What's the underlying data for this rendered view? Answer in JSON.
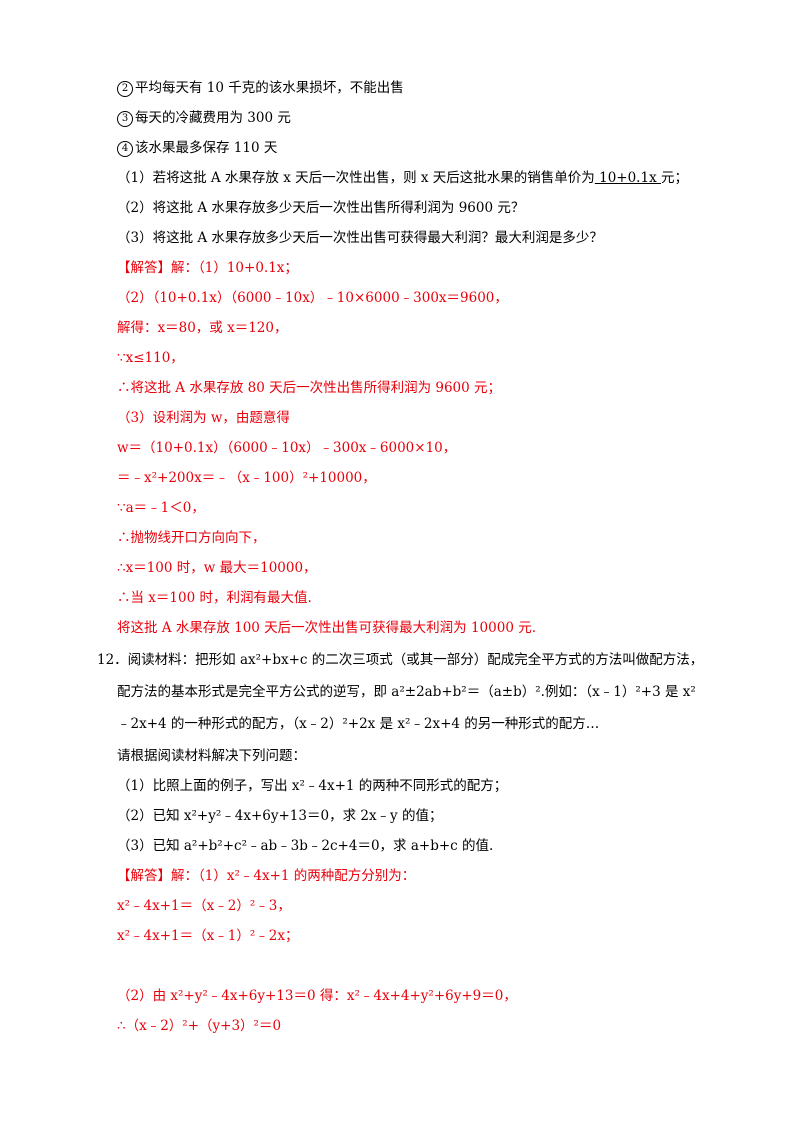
{
  "lines": [
    {
      "id": "c2",
      "text": "平均每天有 10 千克的该水果损坏，不能出售",
      "circle": "2"
    },
    {
      "id": "c3",
      "text": "每天的冷藏费用为 300 元",
      "circle": "3"
    },
    {
      "id": "c4",
      "text": "该水果最多保存 110 天",
      "circle": "4"
    },
    {
      "id": "q1",
      "text": "（1）若将这批 A 水果存放 x 天后一次性出售，则 x 天后这批水果的销售单价为",
      "blank": " 10+0.1x ",
      "after": " 元；"
    },
    {
      "id": "q2",
      "text": "（2）将这批 A 水果存放多少天后一次性出售所得利润为 9600 元？"
    },
    {
      "id": "q3",
      "text": "（3）将这批 A 水果存放多少天后一次性出售可获得最大利润？最大利润是多少？"
    },
    {
      "id": "a1",
      "text": "【解答】解：（1）10+0.1x；"
    },
    {
      "id": "a2",
      "text": "（2）（10+0.1x）（6000﹣10x）﹣10×6000﹣300x＝9600，"
    },
    {
      "id": "a3",
      "text": "解得：x＝80，或 x＝120，"
    },
    {
      "id": "a4",
      "text": "∵x≤110，"
    },
    {
      "id": "a5",
      "text": "∴将这批 A 水果存放 80 天后一次性出售所得利润为 9600 元；"
    },
    {
      "id": "a6",
      "text": "（3）设利润为 w，由题意得"
    },
    {
      "id": "a7",
      "text": "w＝（10+0.1x）（6000﹣10x）﹣300x﹣6000×10，"
    },
    {
      "id": "a8",
      "text": "＝﹣x²+200x＝﹣（x﹣100）²+10000，"
    },
    {
      "id": "a9",
      "text": "∵a＝﹣1＜0，"
    },
    {
      "id": "a10",
      "text": "∴抛物线开口方向向下，"
    },
    {
      "id": "a11",
      "text": "∴x＝100 时，w 最大＝10000，"
    },
    {
      "id": "a12",
      "text": "∴当 x＝100 时，利润有最大值."
    },
    {
      "id": "a13",
      "text": "将这批 A 水果存放 100 天后一次性出售可获得最大利润为 10000 元."
    },
    {
      "id": "p12a",
      "text": "12．阅读材料：把形如 ax²+bx+c 的二次三项式（或其一部分）配成完全平方式的方法叫做配方法，"
    },
    {
      "id": "p12b",
      "text": "配方法的基本形式是完全平方公式的逆写，即 a²±2ab+b²＝（a±b）².例如：（x﹣1）²+3 是 x²"
    },
    {
      "id": "p12c",
      "text": "﹣2x+4 的一种形式的配方，（x﹣2）²+2x 是 x²﹣2x+4 的另一种形式的配方…"
    },
    {
      "id": "p12d",
      "text": "请根据阅读材料解决下列问题："
    },
    {
      "id": "p12e",
      "text": "（1）比照上面的例子，写出 x²﹣4x+1 的两种不同形式的配方；"
    },
    {
      "id": "p12f",
      "text": "（2）已知 x²+y²﹣4x+6y+13＝0，求 2x﹣y 的值；"
    },
    {
      "id": "p12g",
      "text": "（3）已知 a²+b²+c²﹣ab﹣3b﹣2c+4＝0，求 a+b+c 的值."
    },
    {
      "id": "b1",
      "text": "【解答】解：（1）x²﹣4x+1 的两种配方分别为："
    },
    {
      "id": "b2",
      "text": "x²﹣4x+1＝（x﹣2）²﹣3，"
    },
    {
      "id": "b3",
      "text": "x²﹣4x+1＝（x﹣1）²﹣2x；"
    },
    {
      "id": "b4",
      "text": "（2）由 x²+y²﹣4x+6y+13＝0 得：x²﹣4x+4+y²+6y+9＝0，"
    },
    {
      "id": "b5",
      "text": "∴（x﹣2）²+（y+3）²＝0"
    }
  ]
}
